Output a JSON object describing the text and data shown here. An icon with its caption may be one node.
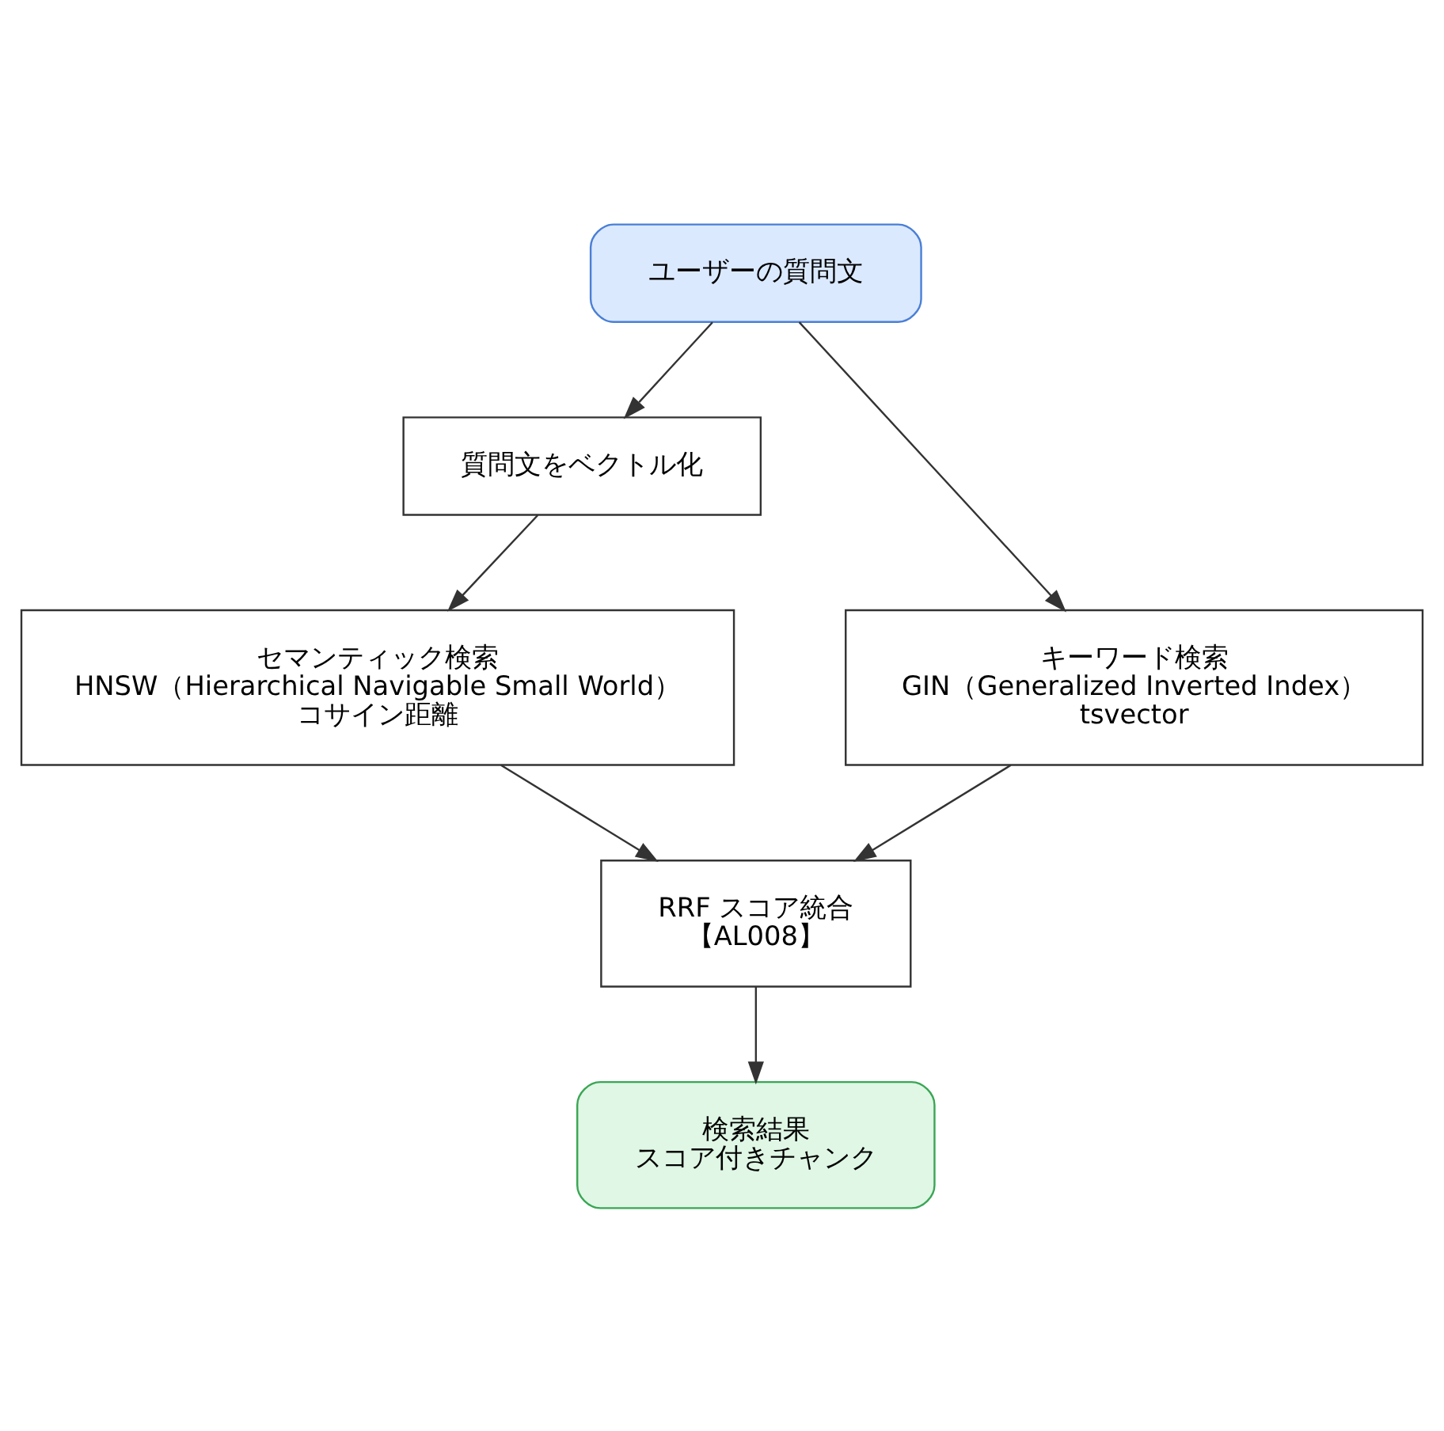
{
  "diagram": {
    "nodes": [
      {
        "text": [
          "ユーザーの質問文"
        ]
      },
      {
        "text": [
          "質問文をベクトル化"
        ]
      },
      {
        "text": [
          "セマンティック検索",
          "HNSW（Hierarchical Navigable Small World）",
          "コサイン距離"
        ]
      },
      {
        "text": [
          "キーワード検索",
          "GIN（Generalized Inverted Index）",
          "tsvector"
        ]
      },
      {
        "text": [
          "RRF スコア統合",
          "【AL008】"
        ]
      },
      {
        "text": [
          "検索結果",
          "スコア付きチャンク"
        ]
      }
    ],
    "edges": [
      {
        "from": 0,
        "to": 1,
        "arrow": "to"
      },
      {
        "from": 1,
        "to": 2,
        "arrow": "to"
      },
      {
        "from": 0,
        "to": 3,
        "arrow": "to"
      },
      {
        "from": 2,
        "to": 4,
        "arrow": "to"
      },
      {
        "from": 3,
        "to": 4,
        "arrow": "to"
      },
      {
        "from": 4,
        "to": 5,
        "arrow": "to"
      }
    ]
  }
}
